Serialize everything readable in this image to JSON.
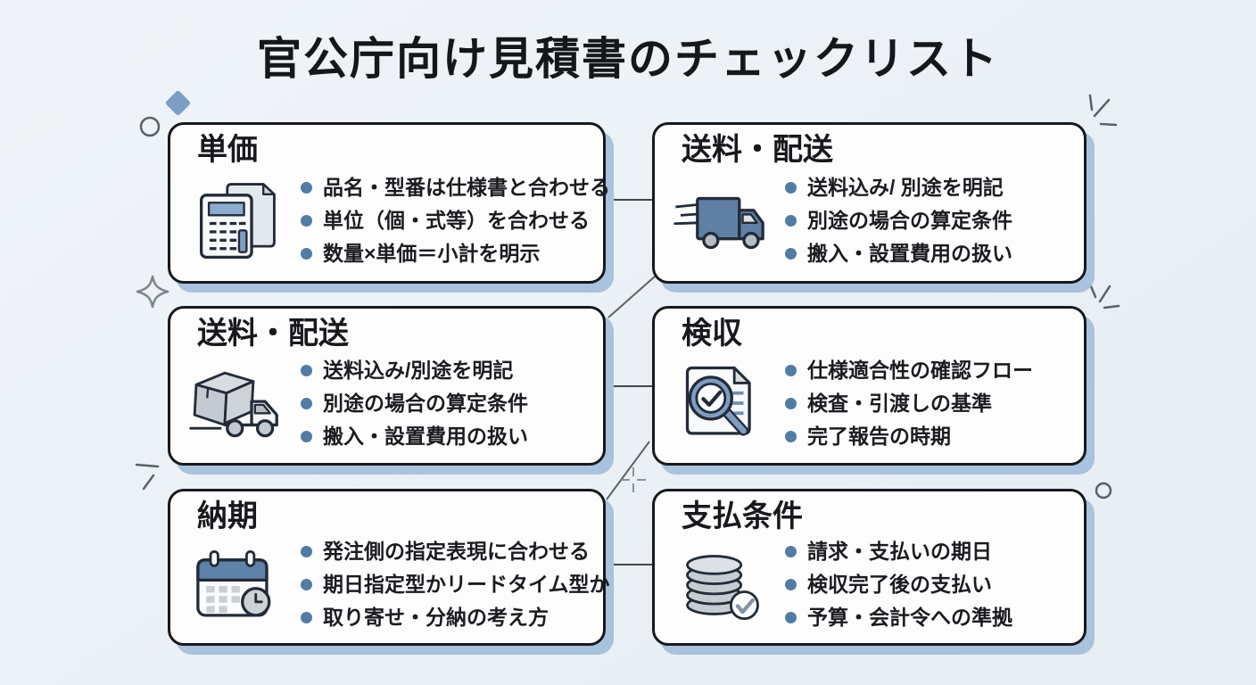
{
  "title": "官公庁向け見積書のチェックリスト",
  "colors": {
    "background": "#edf1f6",
    "card_background": "#fdfdfe",
    "card_border": "#17191c",
    "card_shadow": "#a9c2dd",
    "bullet_dot": "#537ca4",
    "accent_blue": "#5f82a8",
    "icon_gray": "#c6ccd2"
  },
  "cards": [
    {
      "title": "単価",
      "icon": "calculator-document",
      "bullets": [
        "品名・型番は仕様書と合わせる",
        "単位（個・式等）を合わせる",
        "数量×単価＝小計を明示"
      ]
    },
    {
      "title": "送料・配送",
      "icon": "speeding-truck",
      "bullets": [
        "送料込み/ 別途を明記",
        "別途の場合の算定条件",
        "搬入・設置費用の扱い"
      ]
    },
    {
      "title": "送料・配送",
      "icon": "box-truck",
      "bullets": [
        "送料込み/別途を明記",
        "別途の場合の算定条件",
        "搬入・設置費用の扱い"
      ]
    },
    {
      "title": "検収",
      "icon": "document-magnifier-check",
      "bullets": [
        "仕様適合性の確認フロー",
        "検査・引渡しの基準",
        "完了報告の時期"
      ]
    },
    {
      "title": "納期",
      "icon": "calendar-clock",
      "bullets": [
        "発注側の指定表現に合わせる",
        "期日指定型かリードタイム型か",
        "取り寄せ・分納の考え方"
      ]
    },
    {
      "title": "支払条件",
      "icon": "coin-stack-check",
      "bullets": [
        "請求・支払いの期日",
        "検収完了後の支払い",
        "予算・会計令への準拠"
      ]
    }
  ]
}
